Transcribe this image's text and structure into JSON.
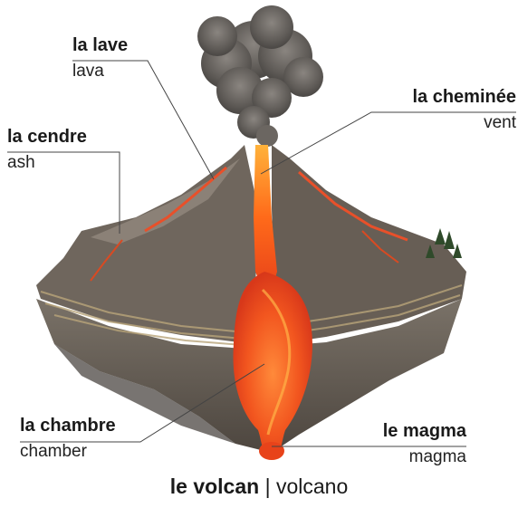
{
  "labels": {
    "lava": {
      "fr": "la lave",
      "en": "lava"
    },
    "ash": {
      "fr": "la cendre",
      "en": "ash"
    },
    "vent": {
      "fr": "la cheminée",
      "en": "vent"
    },
    "chamber": {
      "fr": "la chambre",
      "en": "chamber"
    },
    "magma": {
      "fr": "le magma",
      "en": "magma"
    }
  },
  "title": {
    "fr": "le volcan",
    "separator": "|",
    "en": "volcano"
  }
}
